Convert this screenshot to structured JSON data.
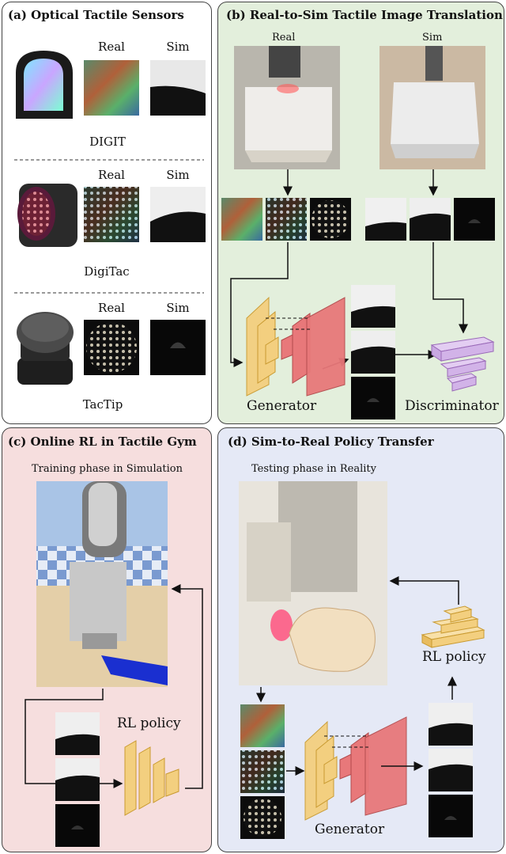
{
  "panel_a": {
    "title": "(a) Optical Tactile Sensors",
    "sensors": [
      {
        "name": "DIGIT",
        "real": "Real",
        "sim": "Sim"
      },
      {
        "name": "DigiTac",
        "real": "Real",
        "sim": "Sim"
      },
      {
        "name": "TacTip",
        "real": "Real",
        "sim": "Sim"
      }
    ]
  },
  "panel_b": {
    "title": "(b) Real-to-Sim Tactile Image Translation",
    "real_label": "Real",
    "sim_label": "Sim",
    "generator_label": "Generator",
    "discriminator_label": "Discriminator"
  },
  "panel_c": {
    "title": "(c) Online RL in Tactile Gym",
    "phase_label": "Training phase in Simulation",
    "policy_label": "RL policy"
  },
  "panel_d": {
    "title": "(d) Sim-to-Real Policy Transfer",
    "phase_label": "Testing phase in Reality",
    "policy_label": "RL policy",
    "generator_label": "Generator"
  },
  "colors": {
    "panel_a_bg": "#ffffff",
    "panel_b_bg": "#e3efdc",
    "panel_c_bg": "#f6dede",
    "panel_d_bg": "#e5e9f6",
    "generator_yellow": "#f3cf7f",
    "generator_red": "#e8787a",
    "discriminator_purple": "#d2b3e8"
  }
}
